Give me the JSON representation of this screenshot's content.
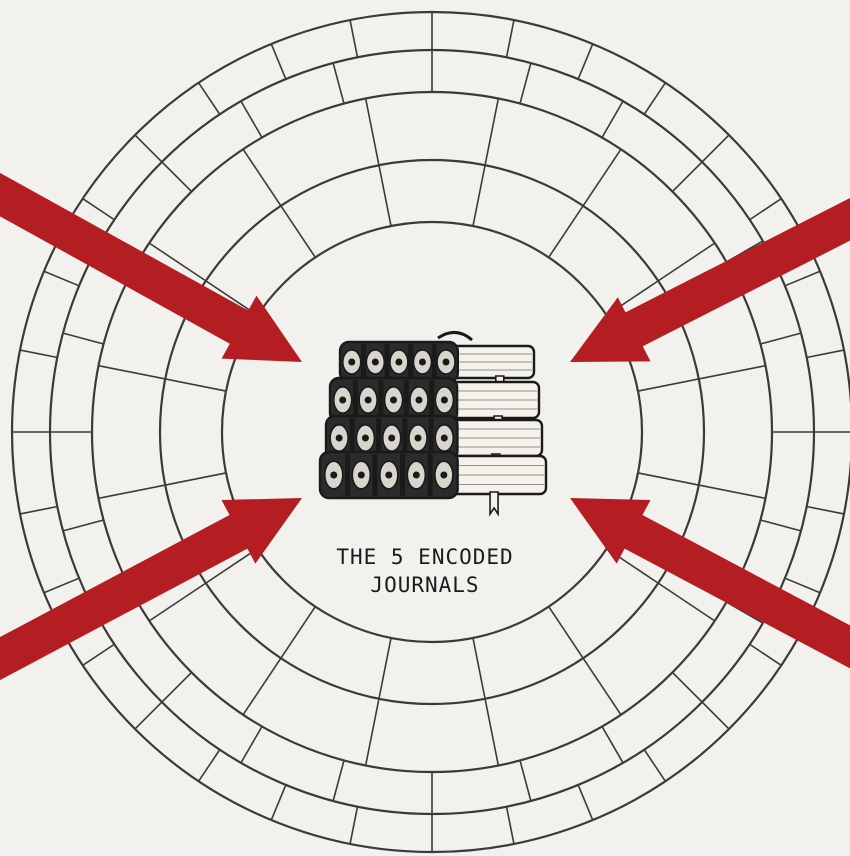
{
  "caption": {
    "line1": "THE 5 ENCODED",
    "line2": "JOURNALS"
  },
  "colors": {
    "background": "#f2f1ed",
    "grid_line": "#3a3a3a",
    "arrow": "#b41e23",
    "book_ink": "#1a1a1a",
    "book_paper": "#f4f2ea"
  },
  "diagram": {
    "rings": 5,
    "ring_sectors": [
      16,
      16,
      24,
      32
    ],
    "arrows": 4,
    "books": 4
  }
}
